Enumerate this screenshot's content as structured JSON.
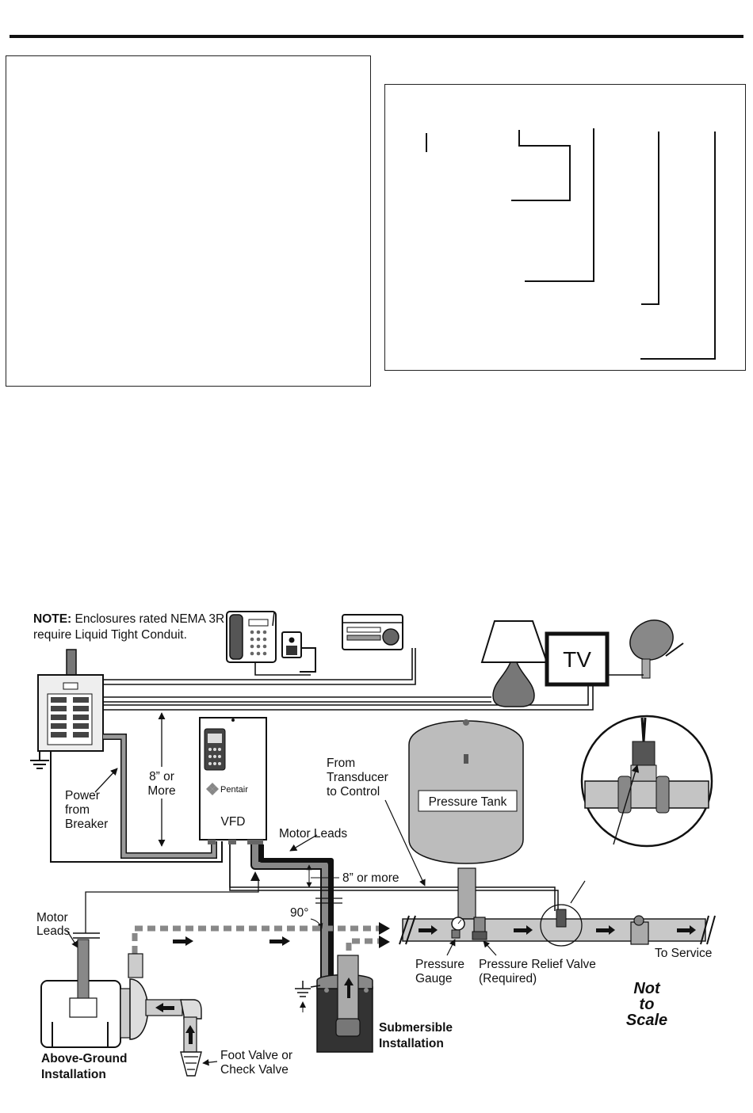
{
  "diagram": {
    "note_prefix": "NOTE:",
    "note_line1": "Enclosures rated NEMA 3R",
    "note_line2": "require Liquid Tight Conduit.",
    "tv_label": "TV",
    "clearance_label_1": "8” or",
    "clearance_label_2": "More",
    "power_label": [
      "Power",
      "from",
      "Breaker"
    ],
    "vfd_brand": "Pentair",
    "vfd_label": "VFD",
    "motor_leads_top": "Motor Leads",
    "clearance_label_low": "8” or more",
    "angle_label": "90°",
    "transducer_label": [
      "From",
      "Transducer",
      "to Control"
    ],
    "tank_label": "Pressure Tank",
    "motor_leads_left": [
      "Motor",
      "Leads"
    ],
    "pressure_gauge_label": [
      "Pressure",
      "Gauge"
    ],
    "relief_valve_label": [
      "Pressure Relief Valve",
      "(Required)"
    ],
    "to_service_label": "To Service",
    "not_to_scale": [
      "Not",
      "to",
      "Scale"
    ],
    "above_ground_label": [
      "Above-Ground",
      "Installation"
    ],
    "foot_valve_label": [
      "Foot Valve or",
      "Check Valve"
    ],
    "submersible_label": [
      "Submersible",
      "Installation"
    ]
  },
  "colors": {
    "line": "#111111",
    "conduit_gray": "#9a9a9a",
    "tank_gray": "#bcbcbc",
    "pipe_gray": "#c8c8c8",
    "dark_gray": "#5a5a5a"
  }
}
